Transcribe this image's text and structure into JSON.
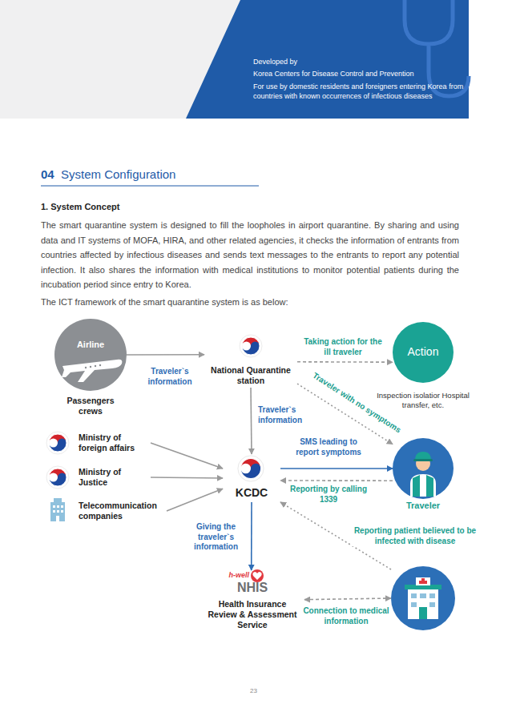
{
  "diagram": {
    "title": "System Configuration",
    "nodes": [
      {
        "text": [
          "Airline",
          "Passengers crews"
        ]
      },
      {
        "text": [
          "National Quarantine station"
        ]
      },
      {
        "text": [
          "Action",
          "Inspection isolatior Hospital transfer, etc."
        ]
      },
      {
        "text": [
          "Ministry of foreign affairs"
        ]
      },
      {
        "text": [
          "Ministry of Justice"
        ]
      },
      {
        "text": [
          "Telecommunication companies"
        ]
      },
      {
        "text": [
          "KCDC"
        ]
      },
      {
        "text": [
          "Traveler"
        ]
      },
      {
        "text": [
          "h-well",
          "NHIS",
          "Health Insurance Review & Assessment Service"
        ]
      },
      {
        "text": []
      }
    ],
    "edges": [
      {
        "from": 0,
        "to": 1,
        "label": "Traveler`s information",
        "arrow": "to"
      },
      {
        "from": 1,
        "to": 2,
        "label": "Taking action for the ill traveler",
        "arrow": "to"
      },
      {
        "from": 1,
        "to": 7,
        "label": "Traveler with no symptoms",
        "arrow": "to"
      },
      {
        "from": 1,
        "to": 6,
        "label": "Traveler`s information",
        "arrow": "to"
      },
      {
        "from": 3,
        "to": 6,
        "arrow": "to"
      },
      {
        "from": 4,
        "to": 6,
        "arrow": "to"
      },
      {
        "from": 5,
        "to": 6,
        "arrow": "to"
      },
      {
        "from": 6,
        "to": 7,
        "label": "SMS leading to report symptoms",
        "arrow": "to"
      },
      {
        "from": 7,
        "to": 6,
        "label": "Reporting by calling 1339",
        "arrow": "to"
      },
      {
        "from": 6,
        "to": 8,
        "label": "Giving the traveler`s information",
        "arrow": "to"
      },
      {
        "from": 9,
        "to": 6,
        "label": "Reporting patient believed to be infected with disease",
        "arrow": "to"
      },
      {
        "from": 8,
        "to": 9,
        "label": "Connection to medical information",
        "arrow": "both"
      }
    ],
    "labels": [
      "Developed by",
      "Korea Centers for Disease Control and Prevention",
      "For use by domestic residents and foreigners entering Korea from countries with known occurrences of infectious diseases",
      "04",
      "1. System Concept",
      "The smart quarantine system is designed to fill the loopholes in airport quarantine. By sharing and using data and IT systems of MOFA, HIRA, and other related agencies, it checks the information of entrants from countries affected by infectious diseases and sends text messages to the entrants to report any potential infection. It also shares the information with medical institutions to monitor potential patients during the incubation period since entry to Korea.",
      "The ICT framework of the smart quarantine system is as below:",
      "23"
    ]
  }
}
